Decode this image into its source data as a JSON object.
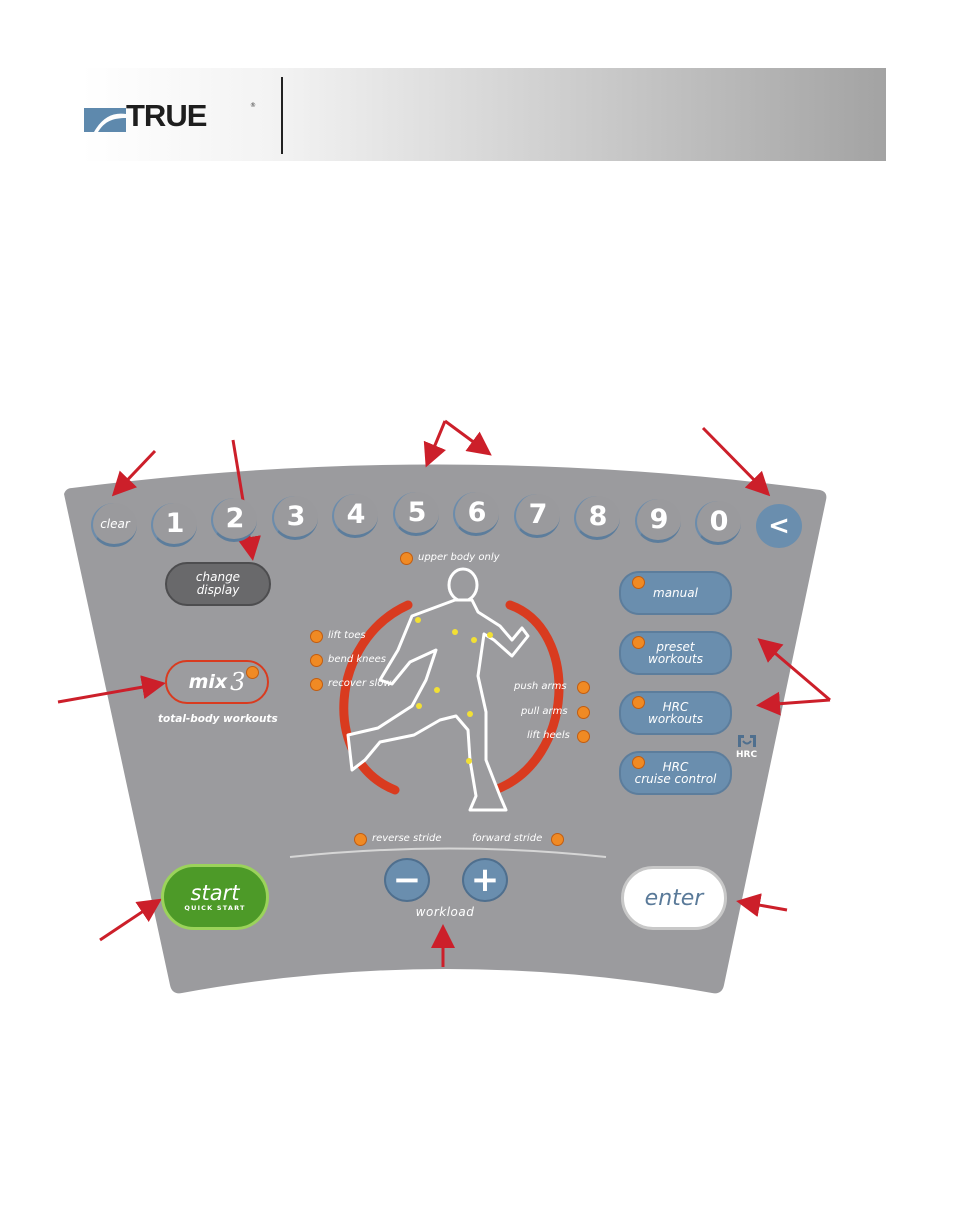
{
  "brand": {
    "logo_text": "TRUE",
    "trademark": "®"
  },
  "panel": {
    "keypad": {
      "clear_label": "clear",
      "digits": [
        "1",
        "2",
        "3",
        "4",
        "5",
        "6",
        "7",
        "8",
        "9",
        "0"
      ],
      "back_symbol": "<"
    },
    "change_display": {
      "line1": "change",
      "line2": "display"
    },
    "mix3": {
      "label": "mix",
      "number": "3",
      "caption": "total-body workouts"
    },
    "body_lights": {
      "upper_body_only": "upper body only",
      "lift_toes": "lift toes",
      "bend_knees": "bend knees",
      "recover_slow": "recover slow",
      "push_arms": "push arms",
      "pull_arms": "pull arms",
      "lift_heels": "lift heels",
      "reverse_stride": "reverse stride",
      "forward_stride": "forward stride"
    },
    "modes": {
      "manual": "manual",
      "preset_line1": "preset",
      "preset_line2": "workouts",
      "hrc_line1": "HRC",
      "hrc_line2": "workouts",
      "cruise_line1": "HRC",
      "cruise_line2": "cruise control",
      "hrc_badge": "HRC"
    },
    "start": {
      "label": "start",
      "sublabel": "QUICK START"
    },
    "enter": {
      "label": "enter"
    },
    "workload": {
      "label": "workload",
      "minus": "−",
      "plus": "+"
    }
  },
  "colors": {
    "panel": "#9b9b9e",
    "key_blue": "#6a8eae",
    "led_orange": "#f08a24",
    "arrow_red": "#cc1f2a",
    "start_green": "#4d9a28",
    "ring_red": "#d93b1f"
  }
}
